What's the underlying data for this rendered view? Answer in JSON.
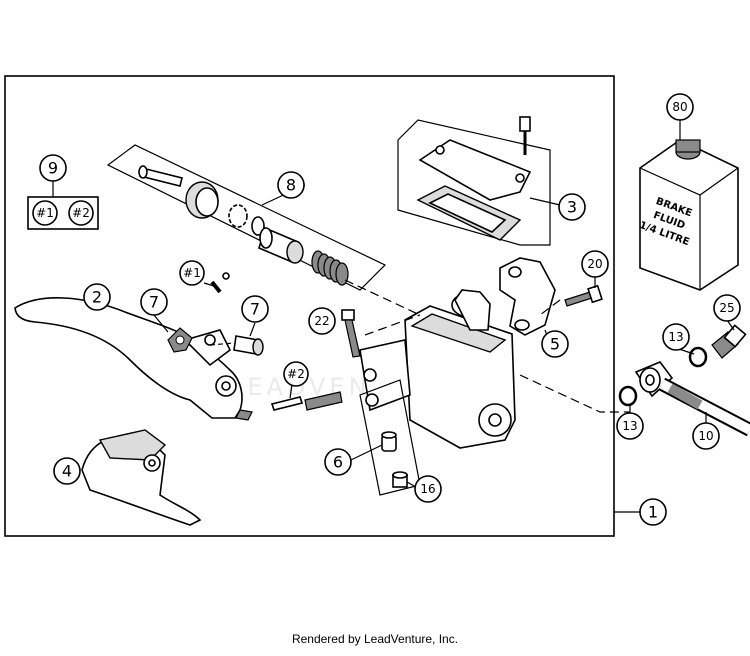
{
  "callouts": {
    "c1": "1",
    "c2": "2",
    "c3": "3",
    "c4": "4",
    "c5": "5",
    "c6": "6",
    "c7a": "7",
    "c7b": "7",
    "c8": "8",
    "c9": "9",
    "c10": "10",
    "c13a": "13",
    "c13b": "13",
    "c16": "16",
    "c20": "20",
    "c22": "22",
    "c25": "25",
    "c80": "80",
    "h1a": "#1",
    "h2a": "#2",
    "h1b": "#1",
    "h2b": "#2"
  },
  "bottle_label": [
    "BRAKE",
    "FLUID",
    "1/4 LITRE"
  ],
  "watermark": "LEADVENTURE",
  "footer": "Rendered by LeadVenture, Inc."
}
